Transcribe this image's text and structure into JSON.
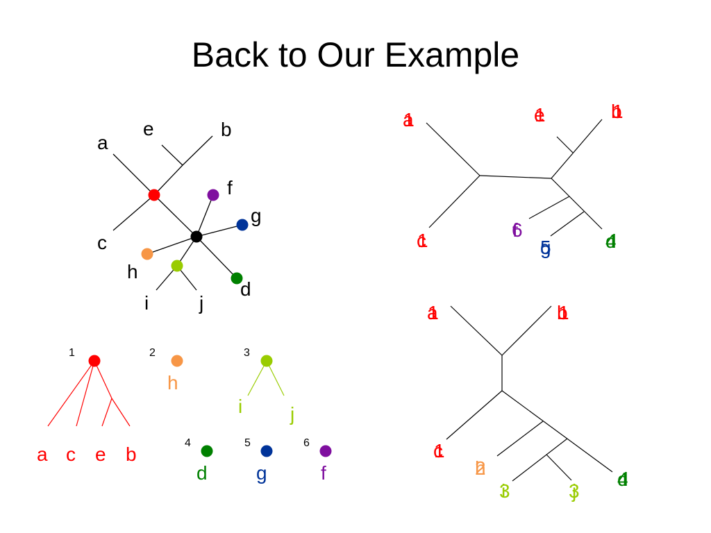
{
  "slide": {
    "title": "Back to Our Example"
  },
  "colors": {
    "red": "#ff0000",
    "orange": "#f79646",
    "lime": "#99cc00",
    "green": "#008000",
    "blue": "#003399",
    "purple": "#7f0f9f",
    "black": "#000000"
  },
  "main_tree": {
    "leaves": {
      "a": "a",
      "e": "e",
      "b": "b",
      "c": "c",
      "f": "f",
      "g": "g",
      "h": "h",
      "d": "d",
      "i": "i",
      "j": "j"
    }
  },
  "groups": [
    {
      "number": "1",
      "leaves": [
        "a",
        "c",
        "e",
        "b"
      ]
    },
    {
      "number": "2",
      "leaves": [
        "h"
      ]
    },
    {
      "number": "3",
      "leaves": [
        "i",
        "j"
      ]
    },
    {
      "number": "4",
      "leaves": [
        "d"
      ]
    },
    {
      "number": "5",
      "leaves": [
        "g"
      ]
    },
    {
      "number": "6",
      "leaves": [
        "f"
      ]
    }
  ],
  "tree_top_right": {
    "overlaid_labels": [
      {
        "label": "a",
        "over": "1"
      },
      {
        "label": "e",
        "over": "1"
      },
      {
        "label": "b",
        "over": "1"
      },
      {
        "label": "c",
        "over": "1"
      },
      {
        "label": "f",
        "over": "6"
      },
      {
        "label": "g",
        "over": "5"
      },
      {
        "label": "d",
        "over": "4"
      }
    ]
  },
  "tree_bottom_right": {
    "overlaid_labels": [
      {
        "label": "a",
        "over": "1"
      },
      {
        "label": "b",
        "over": "1"
      },
      {
        "label": "c",
        "over": "1"
      },
      {
        "label": "h",
        "over": "2"
      },
      {
        "label": "i",
        "over": "3"
      },
      {
        "label": "j",
        "over": "3"
      },
      {
        "label": "d",
        "over": "4"
      }
    ]
  }
}
